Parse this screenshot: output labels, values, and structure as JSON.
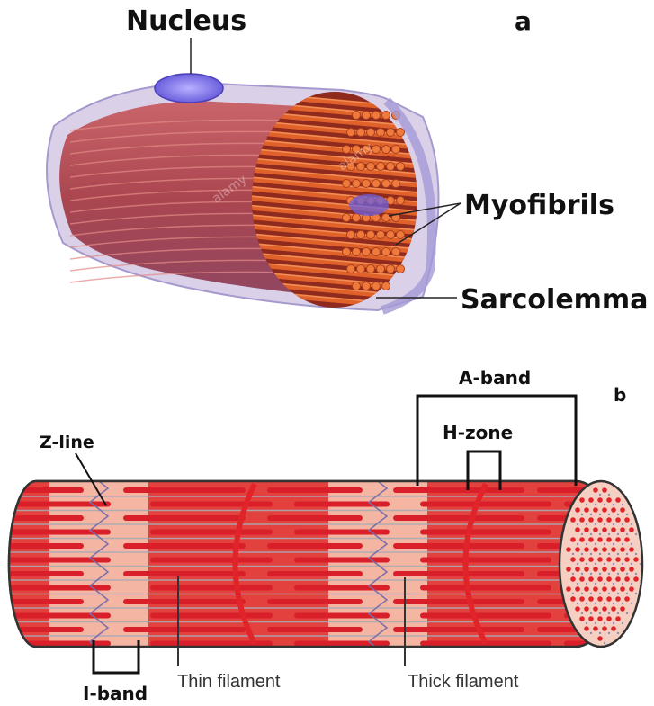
{
  "panel_a": {
    "letter": "a",
    "labels": {
      "nucleus": "Nucleus",
      "myofibrils": "Myofibrils",
      "sarcolemma": "Sarcolemma"
    },
    "watermark": "alamy"
  },
  "panel_b": {
    "letter": "b",
    "labels": {
      "a_band": "A-band",
      "h_zone": "H-zone",
      "z_line": "Z-line",
      "i_band": "I-band",
      "thin_filament": "Thin filament",
      "thick_filament": "Thick filament"
    }
  },
  "colors": {
    "muscle_red": "#c8282d",
    "muscle_light": "#f3b7a6",
    "fibril_orange": "#e0622a",
    "membrane_lavender": "#b9aee0",
    "nucleus_blue": "#6c62e0"
  }
}
